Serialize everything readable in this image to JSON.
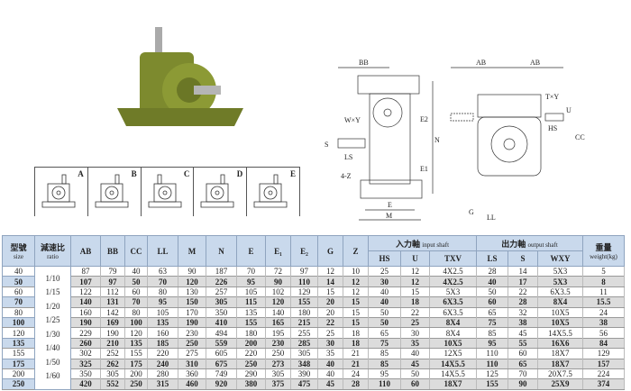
{
  "mounting": [
    "A",
    "B",
    "C",
    "D",
    "E"
  ],
  "drawing_labels": {
    "bb": "BB",
    "ab1": "AB",
    "ab2": "AB",
    "e2": "E2",
    "e1": "E1",
    "n": "N",
    "wy": "W×Y",
    "s": "S",
    "ls": "LS",
    "z": "4-Z",
    "e": "E",
    "m": "M",
    "ty": "T×Y",
    "u": "U",
    "hs": "HS",
    "cc": "CC",
    "g": "G",
    "ll": "LL"
  },
  "table": {
    "size_cn": "型號",
    "size_en": "size",
    "ratio_cn": "減速比",
    "ratio_en": "ratio",
    "dims": [
      "AB",
      "BB",
      "CC",
      "LL",
      "M",
      "N",
      "E",
      "E₁",
      "E₂",
      "G",
      "Z"
    ],
    "input_cn": "入力軸",
    "input_en": "input shaft",
    "input_cols": [
      "HS",
      "U",
      "TXV"
    ],
    "output_cn": "出力軸",
    "output_en": "output shaft",
    "output_cols": [
      "LS",
      "S",
      "WXY"
    ],
    "weight_cn": "重量",
    "weight_en": "weight(kg)",
    "ratios": [
      "1/10",
      "1/15",
      "1/20",
      "1/25",
      "1/30",
      "1/40",
      "1/50",
      "1/60"
    ],
    "rows": [
      [
        "40",
        "87",
        "79",
        "40",
        "63",
        "90",
        "187",
        "70",
        "72",
        "97",
        "12",
        "10",
        "25",
        "12",
        "4X2.5",
        "28",
        "14",
        "5X3",
        "5"
      ],
      [
        "50",
        "107",
        "97",
        "50",
        "70",
        "120",
        "226",
        "95",
        "90",
        "110",
        "14",
        "12",
        "30",
        "12",
        "4X2.5",
        "40",
        "17",
        "5X3",
        "8"
      ],
      [
        "60",
        "122",
        "112",
        "60",
        "80",
        "130",
        "257",
        "105",
        "102",
        "129",
        "15",
        "12",
        "40",
        "15",
        "5X3",
        "50",
        "22",
        "6X3.5",
        "11"
      ],
      [
        "70",
        "140",
        "131",
        "70",
        "95",
        "150",
        "305",
        "115",
        "120",
        "155",
        "20",
        "15",
        "40",
        "18",
        "6X3.5",
        "60",
        "28",
        "8X4",
        "15.5"
      ],
      [
        "80",
        "160",
        "142",
        "80",
        "105",
        "170",
        "350",
        "135",
        "140",
        "180",
        "20",
        "15",
        "50",
        "22",
        "6X3.5",
        "65",
        "32",
        "10X5",
        "24"
      ],
      [
        "100",
        "190",
        "169",
        "100",
        "135",
        "190",
        "410",
        "155",
        "165",
        "215",
        "22",
        "15",
        "50",
        "25",
        "8X4",
        "75",
        "38",
        "10X5",
        "38"
      ],
      [
        "120",
        "229",
        "190",
        "120",
        "160",
        "230",
        "494",
        "180",
        "195",
        "255",
        "25",
        "18",
        "65",
        "30",
        "8X4",
        "85",
        "45",
        "14X5.5",
        "56"
      ],
      [
        "135",
        "260",
        "210",
        "135",
        "185",
        "250",
        "559",
        "200",
        "230",
        "285",
        "30",
        "18",
        "75",
        "35",
        "10X5",
        "95",
        "55",
        "16X6",
        "84"
      ],
      [
        "155",
        "302",
        "252",
        "155",
        "220",
        "275",
        "605",
        "220",
        "250",
        "305",
        "35",
        "21",
        "85",
        "40",
        "12X5",
        "110",
        "60",
        "18X7",
        "129"
      ],
      [
        "175",
        "325",
        "262",
        "175",
        "240",
        "310",
        "675",
        "250",
        "273",
        "348",
        "40",
        "21",
        "85",
        "45",
        "14X5.5",
        "110",
        "65",
        "18X7",
        "157"
      ],
      [
        "200",
        "350",
        "305",
        "200",
        "280",
        "360",
        "749",
        "290",
        "305",
        "390",
        "40",
        "24",
        "95",
        "50",
        "14X5.5",
        "125",
        "70",
        "20X7.5",
        "224"
      ],
      [
        "250",
        "420",
        "552",
        "250",
        "315",
        "460",
        "920",
        "380",
        "375",
        "475",
        "45",
        "28",
        "110",
        "60",
        "18X7",
        "155",
        "90",
        "25X9",
        "374"
      ]
    ]
  }
}
